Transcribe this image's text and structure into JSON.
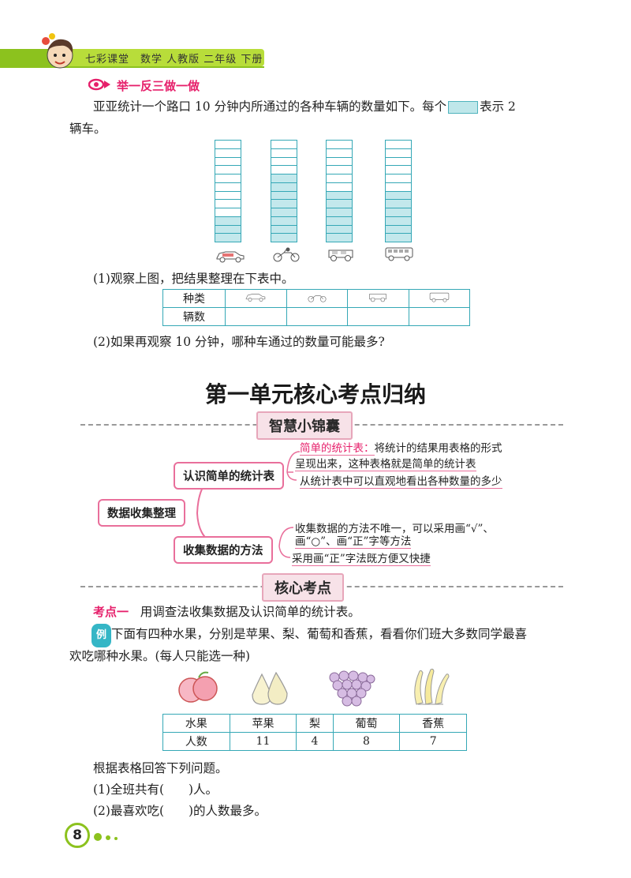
{
  "header": {
    "text": "七彩课堂　数学 人教版 二年级 下册"
  },
  "practice": {
    "section_title": "举一反三做一做",
    "intro_part1": "亚亚统计一个路口 10 分钟内所通过的各种车辆的数量如下。每个",
    "intro_part2": "表示 2",
    "intro_line2": "辆车。",
    "q1": "(1)观察上图，把结果整理在下表中。",
    "table_row1_label": "种类",
    "table_row2_label": "辆数",
    "q2": "(2)如果再观察 10 分钟，哪种车通过的数量可能最多?",
    "vehicles": [
      "car-icon",
      "motorbike-icon",
      "jeep-icon",
      "bus-icon"
    ],
    "bar_filled_cells": [
      3,
      8,
      6,
      6
    ]
  },
  "unit_title": "第一单元核心考点归纳",
  "badge1": "智慧小锦囊",
  "mindmap": {
    "root": "数据收集整理",
    "branch1": "认识简单的统计表",
    "branch2": "收集数据的方法",
    "note1_hl": "简单的统计表：",
    "note1_rest": "将统计的结果用表格的形式",
    "note1_line2": "呈现出来，这种表格就是简单的统计表",
    "note2": "从统计表中可以直观地看出各种数量的多少",
    "note3_line1": "收集数据的方法不唯一，可以采用画“√”、",
    "note3_line2": "画“○”、画“正”字等方法",
    "note4": "采用画“正”字法既方便又快捷"
  },
  "badge2": "核心考点",
  "kaodian": {
    "label": "考点一",
    "text": "用调查法收集数据及认识简单的统计表。",
    "example_badge": "例",
    "example_line1": "下面有四种水果，分别是苹果、梨、葡萄和香蕉，看看你们班大多数同学最喜",
    "example_line2": "欢吃哪种水果。(每人只能选一种)",
    "fruit_icons": [
      "apple-icon",
      "pear-icon",
      "grape-icon",
      "banana-icon"
    ],
    "table": {
      "headers": [
        "水果",
        "苹果",
        "梨",
        "葡萄",
        "香蕉"
      ],
      "row_label": "人数",
      "values": [
        "11",
        "4",
        "8",
        "7"
      ]
    },
    "prompt": "根据表格回答下列问题。",
    "q1": "(1)全班共有(　　)人。",
    "q2": "(2)最喜欢吃(　　)的人数最多。"
  },
  "page_number": "8",
  "colors": {
    "accent_green": "#8cc21e",
    "accent_pink": "#e6206b",
    "table_teal": "#35a8b6"
  }
}
